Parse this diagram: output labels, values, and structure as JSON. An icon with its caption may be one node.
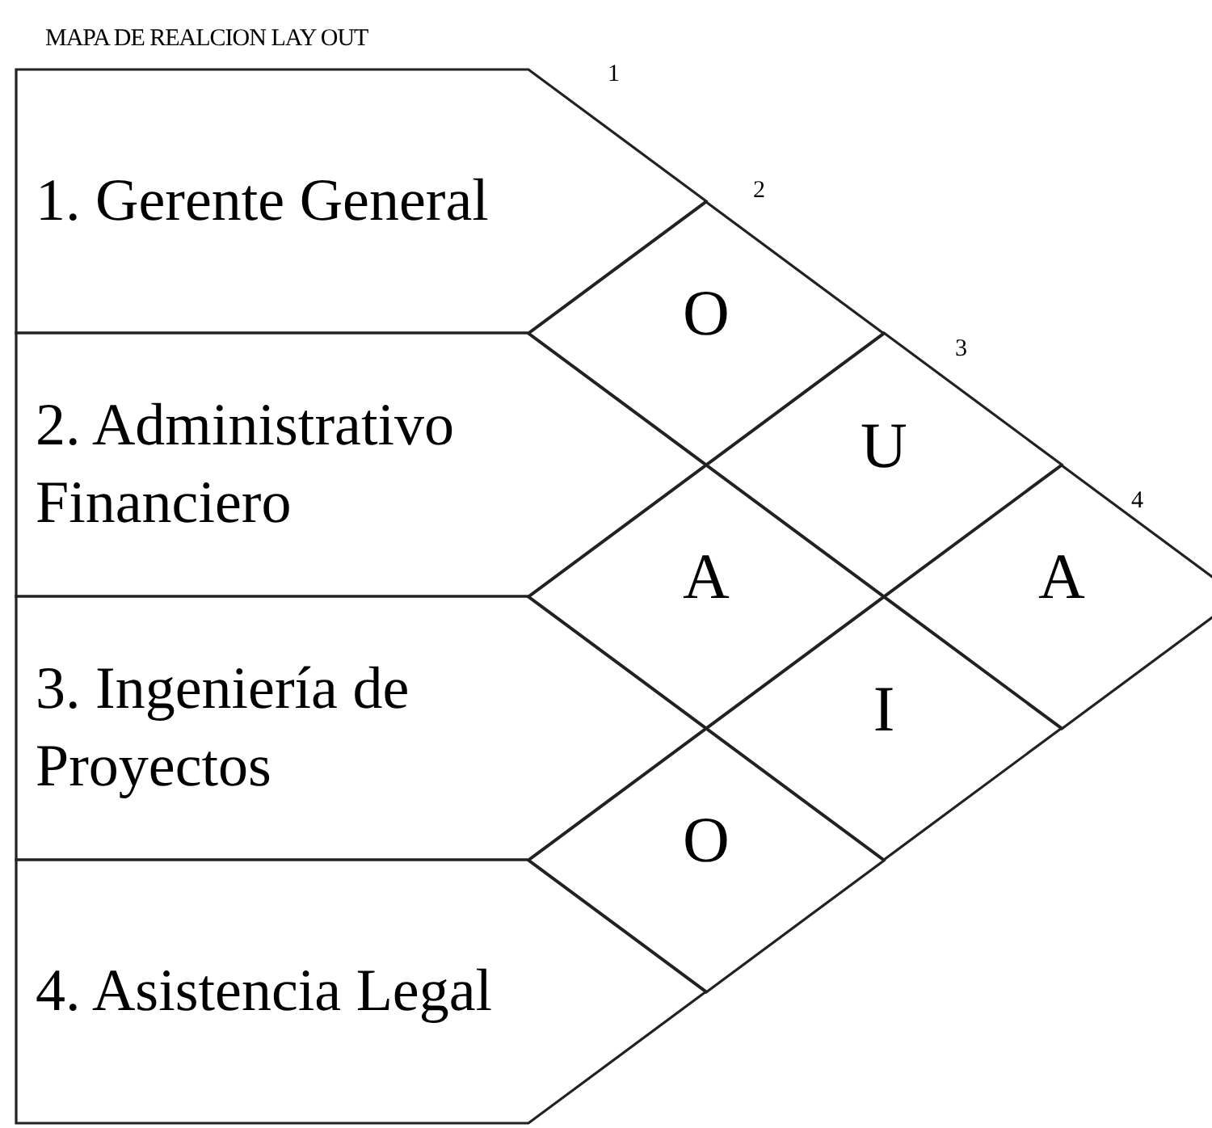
{
  "diagram": {
    "title": "MAPA DE REALCION LAY OUT",
    "nodes": [
      {
        "text": [
          "1. Gerente General"
        ]
      },
      {
        "text": [
          "2. Administrativo Financiero"
        ]
      },
      {
        "text": [
          "3. Ingeniería de Proyectos"
        ]
      },
      {
        "text": [
          "4. Asistencia Legal"
        ]
      },
      {
        "text": [
          "O"
        ]
      },
      {
        "text": [
          "U"
        ]
      },
      {
        "text": [
          "A"
        ]
      },
      {
        "text": [
          "A"
        ]
      },
      {
        "text": [
          "I"
        ]
      },
      {
        "text": [
          "O"
        ]
      }
    ],
    "labels": [
      "1",
      "2",
      "3",
      "4"
    ]
  }
}
